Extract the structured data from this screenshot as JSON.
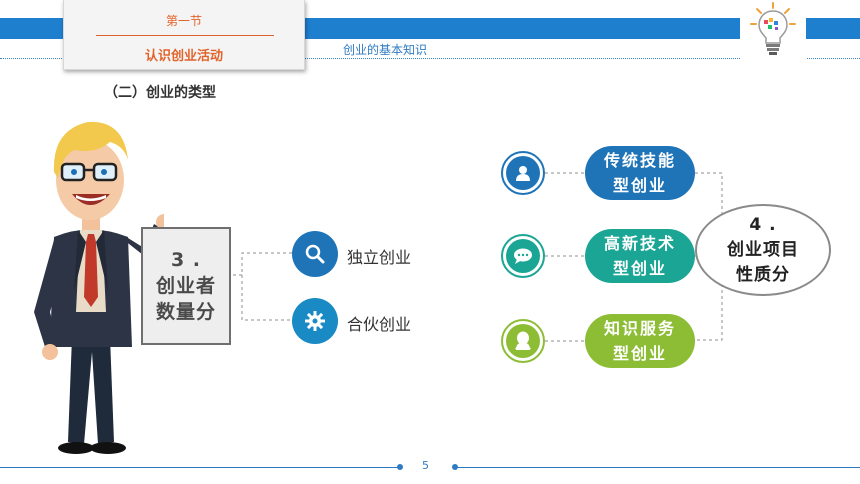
{
  "header": {
    "section_number": "第一节",
    "section_title": "认识创业活动",
    "topic": "创业的基本知识"
  },
  "subheading": "（二）创业的类型",
  "left_group": {
    "sign_lines": [
      "3 .",
      "创业者",
      "数量分"
    ],
    "items": [
      {
        "label": "独立创业",
        "icon": "search-icon",
        "color": "#1f74b8"
      },
      {
        "label": "合伙创业",
        "icon": "gear-icon",
        "color": "#1a8ac4"
      }
    ]
  },
  "right_group": {
    "oval_lines": [
      "4 .",
      "创业项目",
      "性质分"
    ],
    "items": [
      {
        "lines": [
          "传统技能",
          "型创业"
        ],
        "icon": "user-icon",
        "color": "#1f74b8"
      },
      {
        "lines": [
          "高新技术",
          "型创业"
        ],
        "icon": "chat-icon",
        "color": "#1aa595"
      },
      {
        "lines": [
          "知识服务",
          "型创业"
        ],
        "icon": "person-icon",
        "color": "#8cbd35"
      }
    ]
  },
  "footer": {
    "page_number": "5"
  }
}
